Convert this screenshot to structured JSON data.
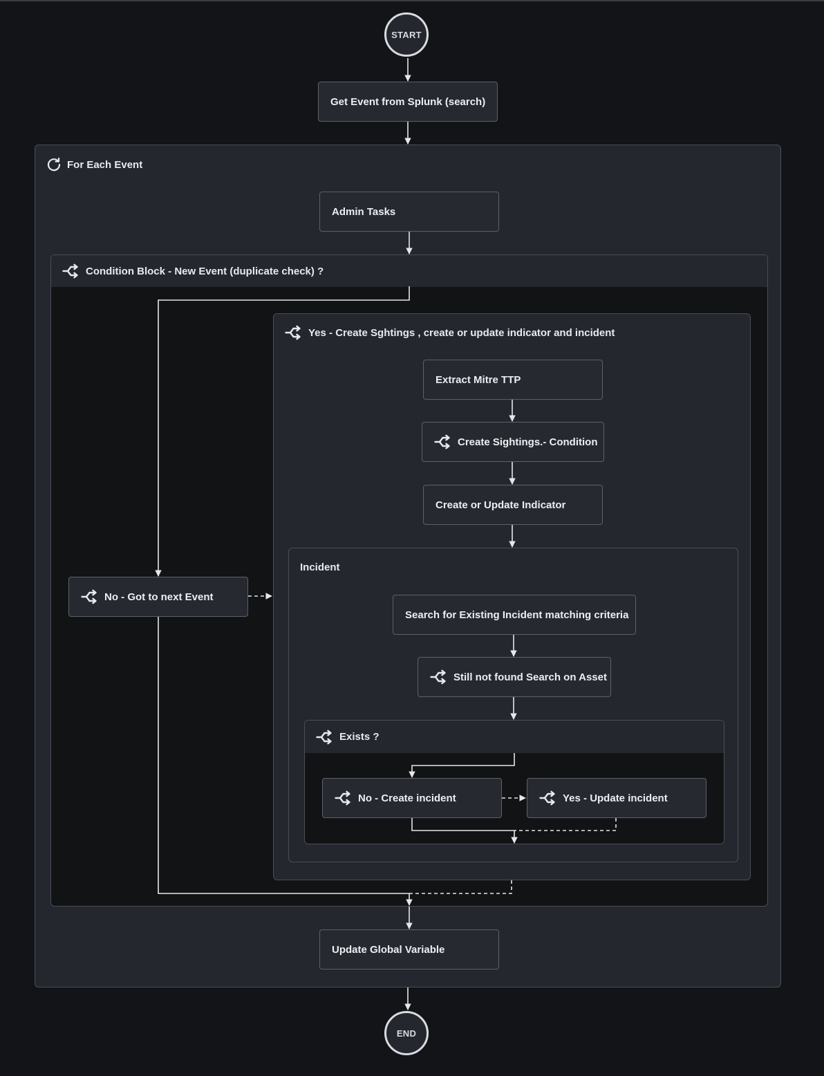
{
  "flow": {
    "start": "START",
    "end": "END",
    "get_event": "Get Event from Splunk (search)",
    "loop": {
      "title": "For Each Event",
      "icon": "loop-icon",
      "admin_tasks": "Admin Tasks",
      "update_global": "Update Global Variable",
      "condition": {
        "title": "Condition Block - New Event (duplicate check) ?",
        "icon": "branch-icon",
        "no_branch": "No - Got to next Event",
        "yes_branch": {
          "title": "Yes - Create Sghtings , create or update indicator and incident",
          "extract": "Extract Mitre TTP",
          "sightings": "Create Sightings.- Condition",
          "indicator": "Create or Update Indicator",
          "incident": {
            "title": "Incident",
            "search_existing": "Search for Existing Incident matching criteria",
            "search_asset": "Still not found Search on Asset",
            "exists": {
              "title": "Exists ?",
              "no": "No - Create incident",
              "yes": "Yes - Update incident"
            }
          }
        }
      }
    }
  },
  "colors": {
    "background": "#131417",
    "panel": "#24272e",
    "node": "#262930",
    "border": "#5d616b",
    "wire": "#e6e7ea"
  }
}
